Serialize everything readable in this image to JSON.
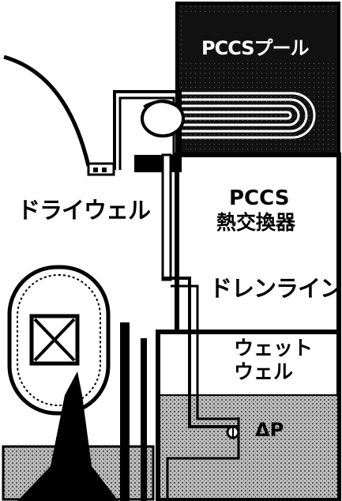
{
  "labels": {
    "pccs_pool": "PCCSプール",
    "pccs_hx_line1": "PCCS",
    "pccs_hx_line2": "熱交換器",
    "drywell": "ドライウェル",
    "drain_line": "ドレンライン",
    "wetwell_line1": "ウェット",
    "wetwell_line2": "ウェル",
    "delta_p": "ΔP"
  },
  "colors": {
    "ink": "#000000",
    "paper": "#ffffff",
    "pool_water": "#111111",
    "suppression_water": "#9a9a9a"
  }
}
